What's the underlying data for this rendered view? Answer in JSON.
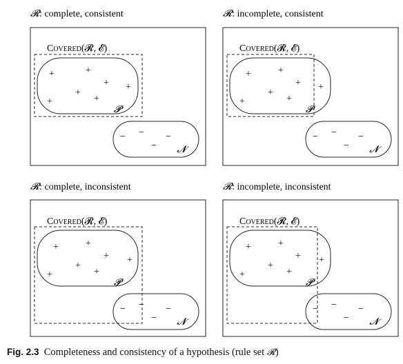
{
  "panels": [
    {
      "id": "tl",
      "title_symbol": "𝓡",
      "title_text": ": complete, consistent",
      "covered_label": "Covered",
      "covered_args": "(𝓡, 𝓔)",
      "positive_label": "𝓟",
      "negative_label": "𝓝",
      "covered_includes_all_positives": true,
      "covered_overlaps_negatives": false
    },
    {
      "id": "tr",
      "title_symbol": "𝓡",
      "title_text": ": incomplete, consistent",
      "covered_label": "Covered",
      "covered_args": "(𝓡, 𝓔)",
      "positive_label": "𝓟",
      "negative_label": "𝓝",
      "covered_includes_all_positives": false,
      "covered_overlaps_negatives": false
    },
    {
      "id": "bl",
      "title_symbol": "𝓡",
      "title_text": ": complete, inconsistent",
      "covered_label": "Covered",
      "covered_args": "(𝓡, 𝓔)",
      "positive_label": "𝓟",
      "negative_label": "𝓝",
      "covered_includes_all_positives": true,
      "covered_overlaps_negatives": true
    },
    {
      "id": "br",
      "title_symbol": "𝓡",
      "title_text": ": incomplete, inconsistent",
      "covered_label": "Covered",
      "covered_args": "(𝓡, 𝓔)",
      "positive_label": "𝓟",
      "negative_label": "𝓝",
      "covered_includes_all_positives": false,
      "covered_overlaps_negatives": true
    }
  ],
  "symbols": {
    "plus": "+",
    "minus": "−"
  },
  "caption": {
    "figno": "Fig. 2.3",
    "text": "Completeness and consistency of a hypothesis (rule set ",
    "symbol": "𝓡",
    "close": ")"
  }
}
